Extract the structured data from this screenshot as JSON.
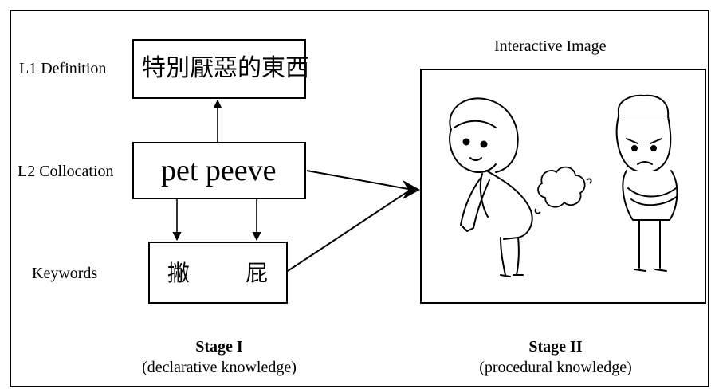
{
  "row_labels": {
    "l1": "L1 Definition",
    "l2": "L2 Collocation",
    "keywords": "Keywords"
  },
  "boxes": {
    "definition": "特別厭惡的東西",
    "collocation": "pet peeve",
    "keyword_1": "撇",
    "keyword_2": "屁"
  },
  "image_panel": {
    "title": "Interactive Image"
  },
  "stages": {
    "stage1_title": "Stage I",
    "stage1_subtitle": "(declarative knowledge)",
    "stage2_title": "Stage II",
    "stage2_subtitle": "(procedural knowledge)"
  },
  "colors": {
    "line": "#000000",
    "background": "#ffffff"
  }
}
